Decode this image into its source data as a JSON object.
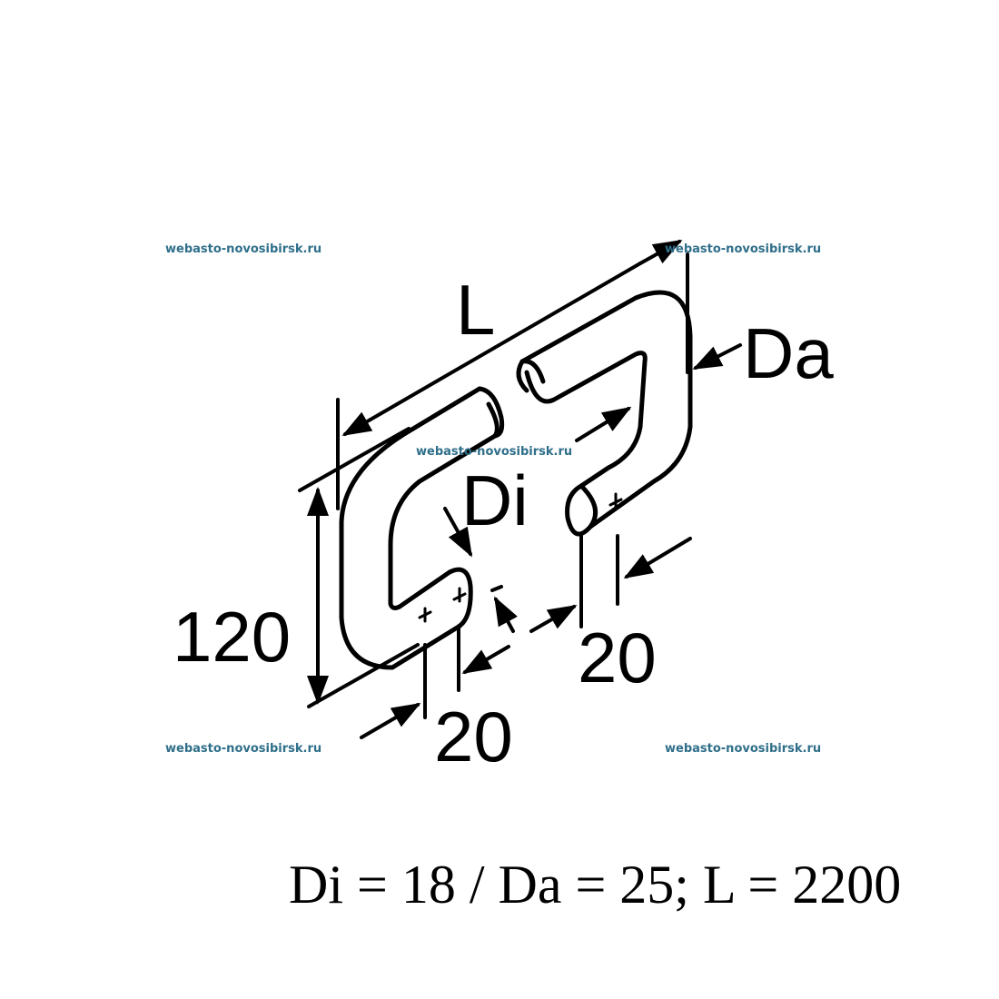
{
  "watermarks": [
    "webasto-novosibirsk.ru",
    "webasto-novosibirsk.ru",
    "webasto-novosibirsk.ru",
    "webasto-novosibirsk.ru",
    "webasto-novosibirsk.ru"
  ],
  "labels": {
    "length": "L",
    "outer_diameter": "Da",
    "inner_diameter": "Di",
    "height": "120",
    "offset_right": "20",
    "offset_left": "20"
  },
  "formula": "Di = 18 / Da = 25; L = 2200",
  "colors": {
    "watermark": "#2f6f8a",
    "lines": "#000000"
  }
}
